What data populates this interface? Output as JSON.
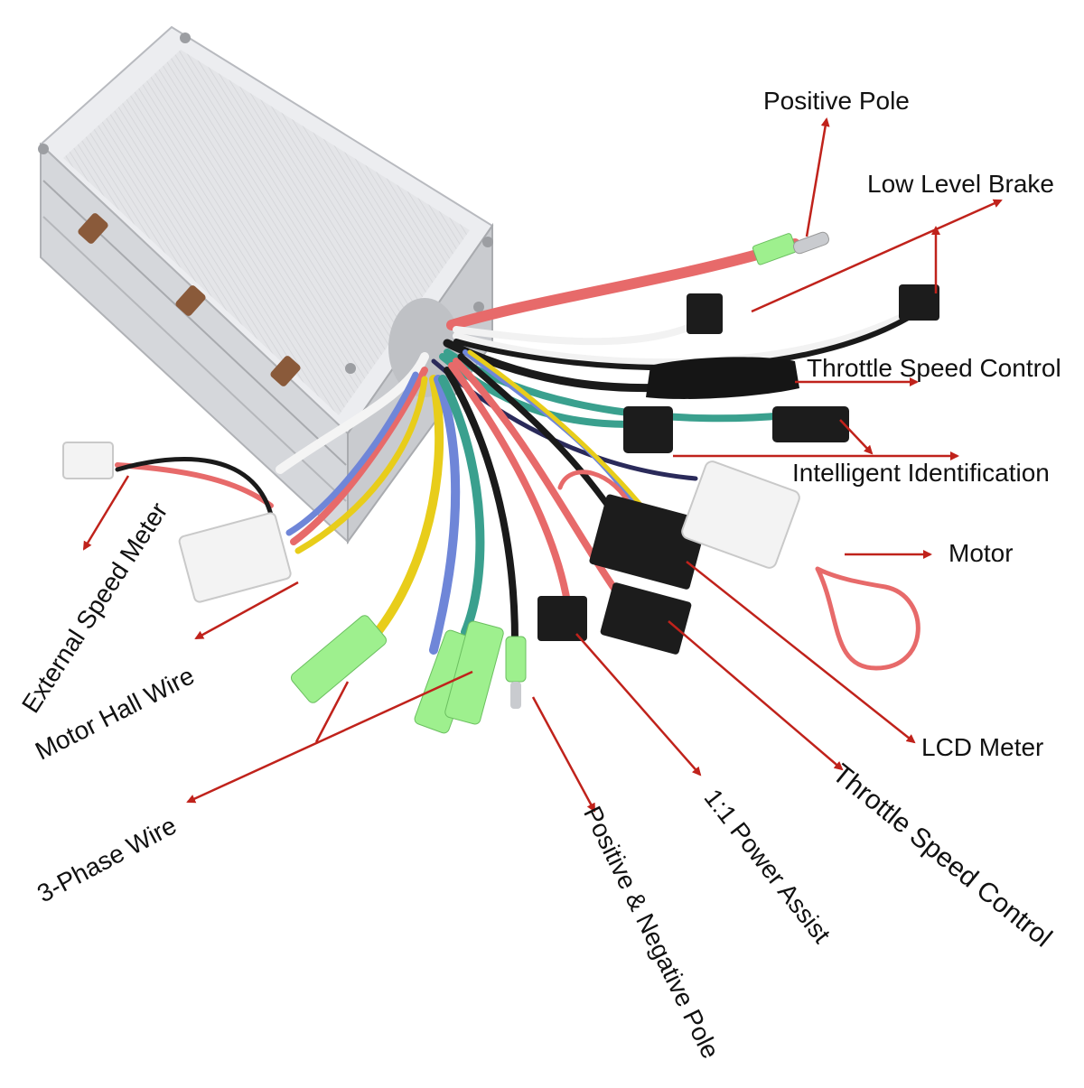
{
  "labels": {
    "positive_pole": "Positive Pole",
    "low_level_brake": "Low Level Brake",
    "throttle_speed_control_top": "Throttle Speed Control",
    "intelligent_identification": "Intelligent Identification",
    "motor": "Motor",
    "lcd_meter": "LCD Meter",
    "throttle_speed_control_diag": "Throttle Speed Control",
    "power_assist": "1:1 Power Assist",
    "positive_negative_pole": "Positive & Negative Pole",
    "three_phase_wire": "3-Phase Wire",
    "motor_hall_wire": "Motor Hall Wire",
    "external_speed_meter": "External Speed Meter"
  },
  "colors": {
    "arrow": "#c0221b",
    "housing": "#dcdde0",
    "wire_red": "#e76a6a",
    "wire_yellow": "#e8cd1a",
    "wire_blue": "#6f86d8",
    "wire_green": "#3aa08e",
    "wire_black": "#1a1a1a",
    "wire_white": "#f4f4f4",
    "connector_black": "#1c1c1c",
    "terminal_green": "#9ef08e"
  }
}
